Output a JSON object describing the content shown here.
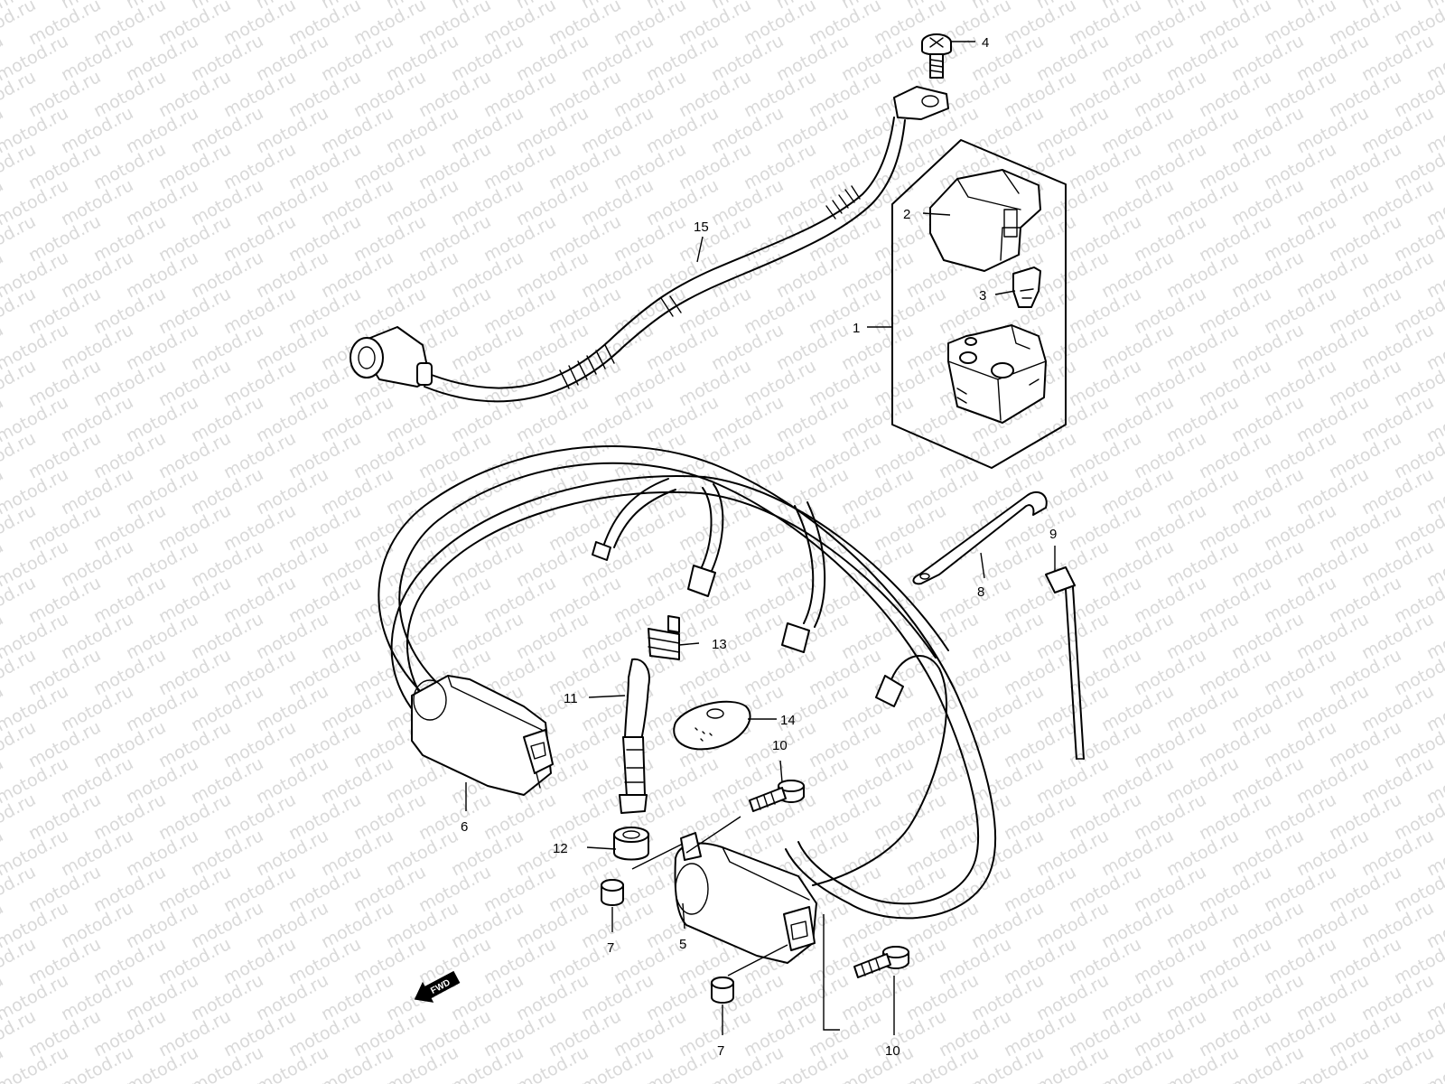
{
  "watermark": {
    "text": "motod.ru",
    "color": "#d9d9d9"
  },
  "direction_marker": {
    "label": "FWD",
    "icon": "arrow-left-icon"
  },
  "callouts": {
    "c1": "1",
    "c2": "2",
    "c3": "3",
    "c4": "4",
    "c5": "5",
    "c6": "6",
    "c7a": "7",
    "c7b": "7",
    "c8": "8",
    "c9": "9",
    "c10a": "10",
    "c10b": "10",
    "c11": "11",
    "c12": "12",
    "c13": "13",
    "c14": "14",
    "c15": "15"
  }
}
